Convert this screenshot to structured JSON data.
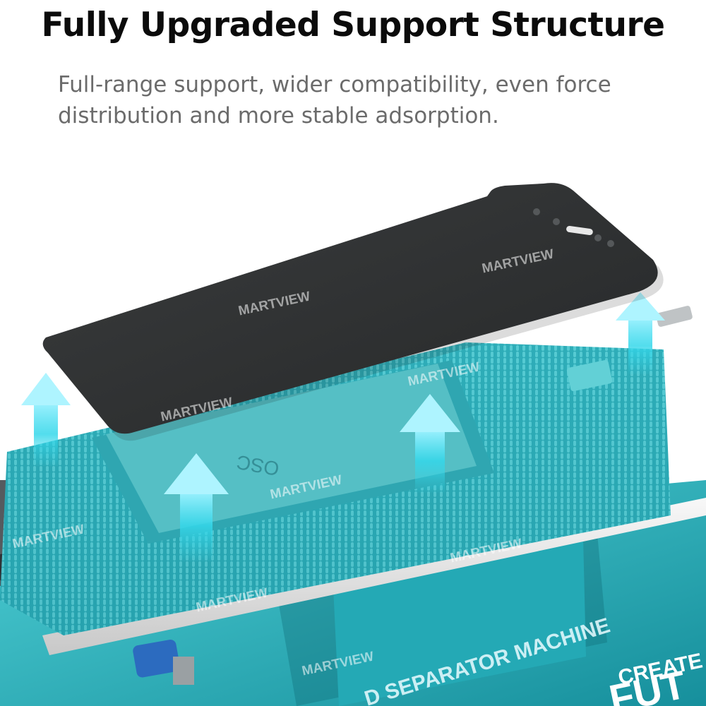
{
  "headline": "Fully Upgraded Support Structure",
  "subtitle": "Full-range support, wider compatibility, even force distribution and more stable adsorption.",
  "watermark": "MARTVIEW",
  "device": {
    "machine_label": "D SEPARATOR MACHINE",
    "brand_line_1": "CREATE",
    "brand_line_2": "FUT",
    "mold_mark": "OSC"
  },
  "colors": {
    "accent_teal": "#2fb9c4",
    "arrow_cyan": "#34d7ea",
    "screen_dark": "#333536"
  }
}
